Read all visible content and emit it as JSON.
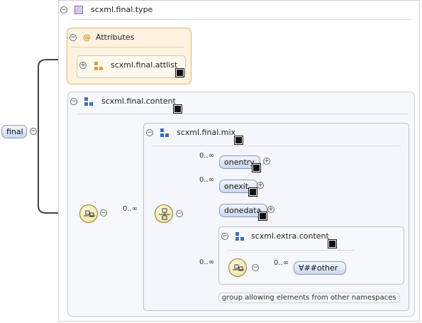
{
  "root_element": {
    "label": "final"
  },
  "type_group": {
    "label": "scxml.final.type"
  },
  "attributes": {
    "label": "Attributes",
    "at_symbol": "@",
    "attlist": "scxml.final.attlist"
  },
  "content": {
    "label": "scxml.final.content",
    "occurrence": "0..∞"
  },
  "mix": {
    "label": "scxml.final.mix",
    "items": [
      {
        "label": "onentry",
        "occurrence": "0..∞"
      },
      {
        "label": "onexit",
        "occurrence": "0..∞"
      },
      {
        "label": "donedata",
        "occurrence": ""
      }
    ]
  },
  "extra": {
    "label": "scxml.extra.content",
    "occurrence_outer": "0..∞",
    "occurrence_inner": "0..∞",
    "any_label": "∀##other"
  },
  "note": "group allowing elements from other namespaces",
  "icons": {
    "toggle_minus": "⊖",
    "toggle_plus": "⊕"
  },
  "colors": {
    "pill_fill": "#c9d7f0",
    "attrs_fill": "#fdf3e0",
    "compositor_fill": "#efdf96"
  }
}
